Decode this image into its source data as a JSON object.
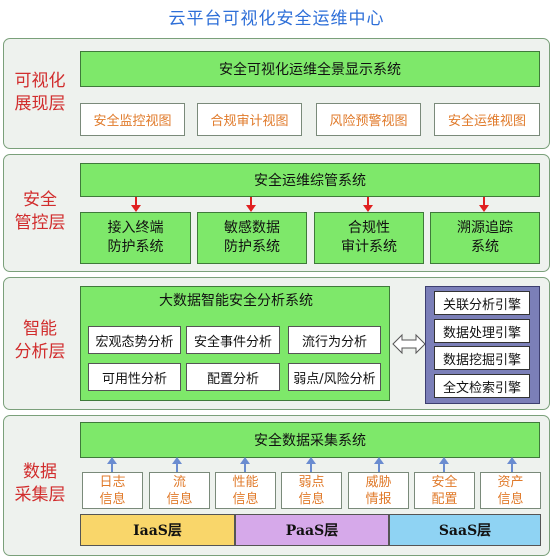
{
  "title": "云平台可视化安全运维中心",
  "layers": {
    "visual": {
      "label_line1": "可视化",
      "label_line2": "展现层",
      "system": "安全可视化运维全景显示系统",
      "views": [
        "安全监控视图",
        "合规审计视图",
        "风险预警视图",
        "安全运维视图"
      ]
    },
    "control": {
      "label_line1": "安全",
      "label_line2": "管控层",
      "system": "安全运维综管系统",
      "subsystems": [
        {
          "line1": "接入终端",
          "line2": "防护系统"
        },
        {
          "line1": "敏感数据",
          "line2": "防护系统"
        },
        {
          "line1": "合规性",
          "line2": "审计系统"
        },
        {
          "line1": "溯源追踪",
          "line2": "系统"
        }
      ]
    },
    "analysis": {
      "label_line1": "智能",
      "label_line2": "分析层",
      "system": "大数据智能安全分析系统",
      "items": [
        "宏观态势分析",
        "安全事件分析",
        "流行为分析",
        "可用性分析",
        "配置分析",
        "弱点/风险分析"
      ],
      "engines": [
        "关联分析引擎",
        "数据处理引擎",
        "数据挖掘引擎",
        "全文检索引擎"
      ]
    },
    "collection": {
      "label_line1": "数据",
      "label_line2": "采集层",
      "system": "安全数据采集系统",
      "sources": [
        {
          "line1": "日志",
          "line2": "信息"
        },
        {
          "line1": "流",
          "line2": "信息"
        },
        {
          "line1": "性能",
          "line2": "信息"
        },
        {
          "line1": "弱点",
          "line2": "信息"
        },
        {
          "line1": "威胁",
          "line2": "情报"
        },
        {
          "line1": "安全",
          "line2": "配置"
        },
        {
          "line1": "资产",
          "line2": "信息"
        }
      ],
      "platforms": [
        "IaaS层",
        "PaaS层",
        "SaaS层"
      ]
    }
  },
  "colors": {
    "title": "#2e6fd8",
    "layer_label": "#d12d2d",
    "system_green": "#7ee86a",
    "view_text": "#e07a2a",
    "engine_panel": "#7b7fb8",
    "iaas": "#f9d66a",
    "paas": "#d6a9ea",
    "saas": "#8fd3f3",
    "down_arrow": "#e02020",
    "up_arrow": "#6a8cd0"
  }
}
